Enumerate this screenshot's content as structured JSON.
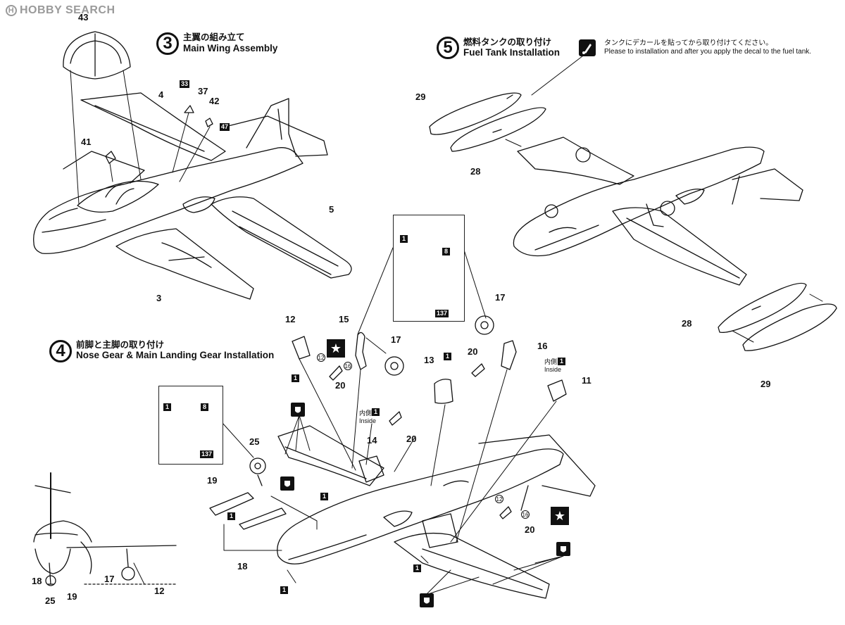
{
  "watermark": {
    "text": "HOBBY SEARCH"
  },
  "steps": {
    "s3": {
      "num": "3",
      "jp": "主翼の組み立て",
      "en": "Main Wing Assembly"
    },
    "s4": {
      "num": "4",
      "jp": "前脚と主脚の取り付け",
      "en": "Nose Gear & Main Landing Gear Installation"
    },
    "s5": {
      "num": "5",
      "jp": "燃料タンクの取り付け",
      "en": "Fuel Tank Installation"
    }
  },
  "note5": {
    "jp": "タンクにデカールを貼ってから取り付けてください。",
    "en": "Please to installation and after you apply the decal to the fuel tank."
  },
  "inside": {
    "jp": "内側",
    "en": "Inside"
  },
  "labels": {
    "p43": "43",
    "p4": "4",
    "p37": "37",
    "p42": "42",
    "p41": "41",
    "p5": "5",
    "p3": "3",
    "p33": "33",
    "p47": "47",
    "p29a": "29",
    "p28a": "28",
    "p28b": "28",
    "p29b": "29",
    "p1": "1",
    "p8": "8",
    "p137": "137",
    "p12": "12",
    "p15": "15",
    "p17a": "17",
    "p17b": "17",
    "p16": "16",
    "p16s": "16",
    "p12s": "12",
    "p20a": "20",
    "p20b": "20",
    "p20c": "20",
    "p20d": "20",
    "p13": "13",
    "p11": "11",
    "p14": "14",
    "p25": "25",
    "p19": "19",
    "p18": "18",
    "p18b": "18",
    "p25b": "25",
    "p19b": "19",
    "p17c": "17",
    "p12c": "12"
  },
  "colors": {
    "line": "#111111",
    "tire_gray": "#8c8c8c",
    "watermark": "#9a9a9a"
  }
}
